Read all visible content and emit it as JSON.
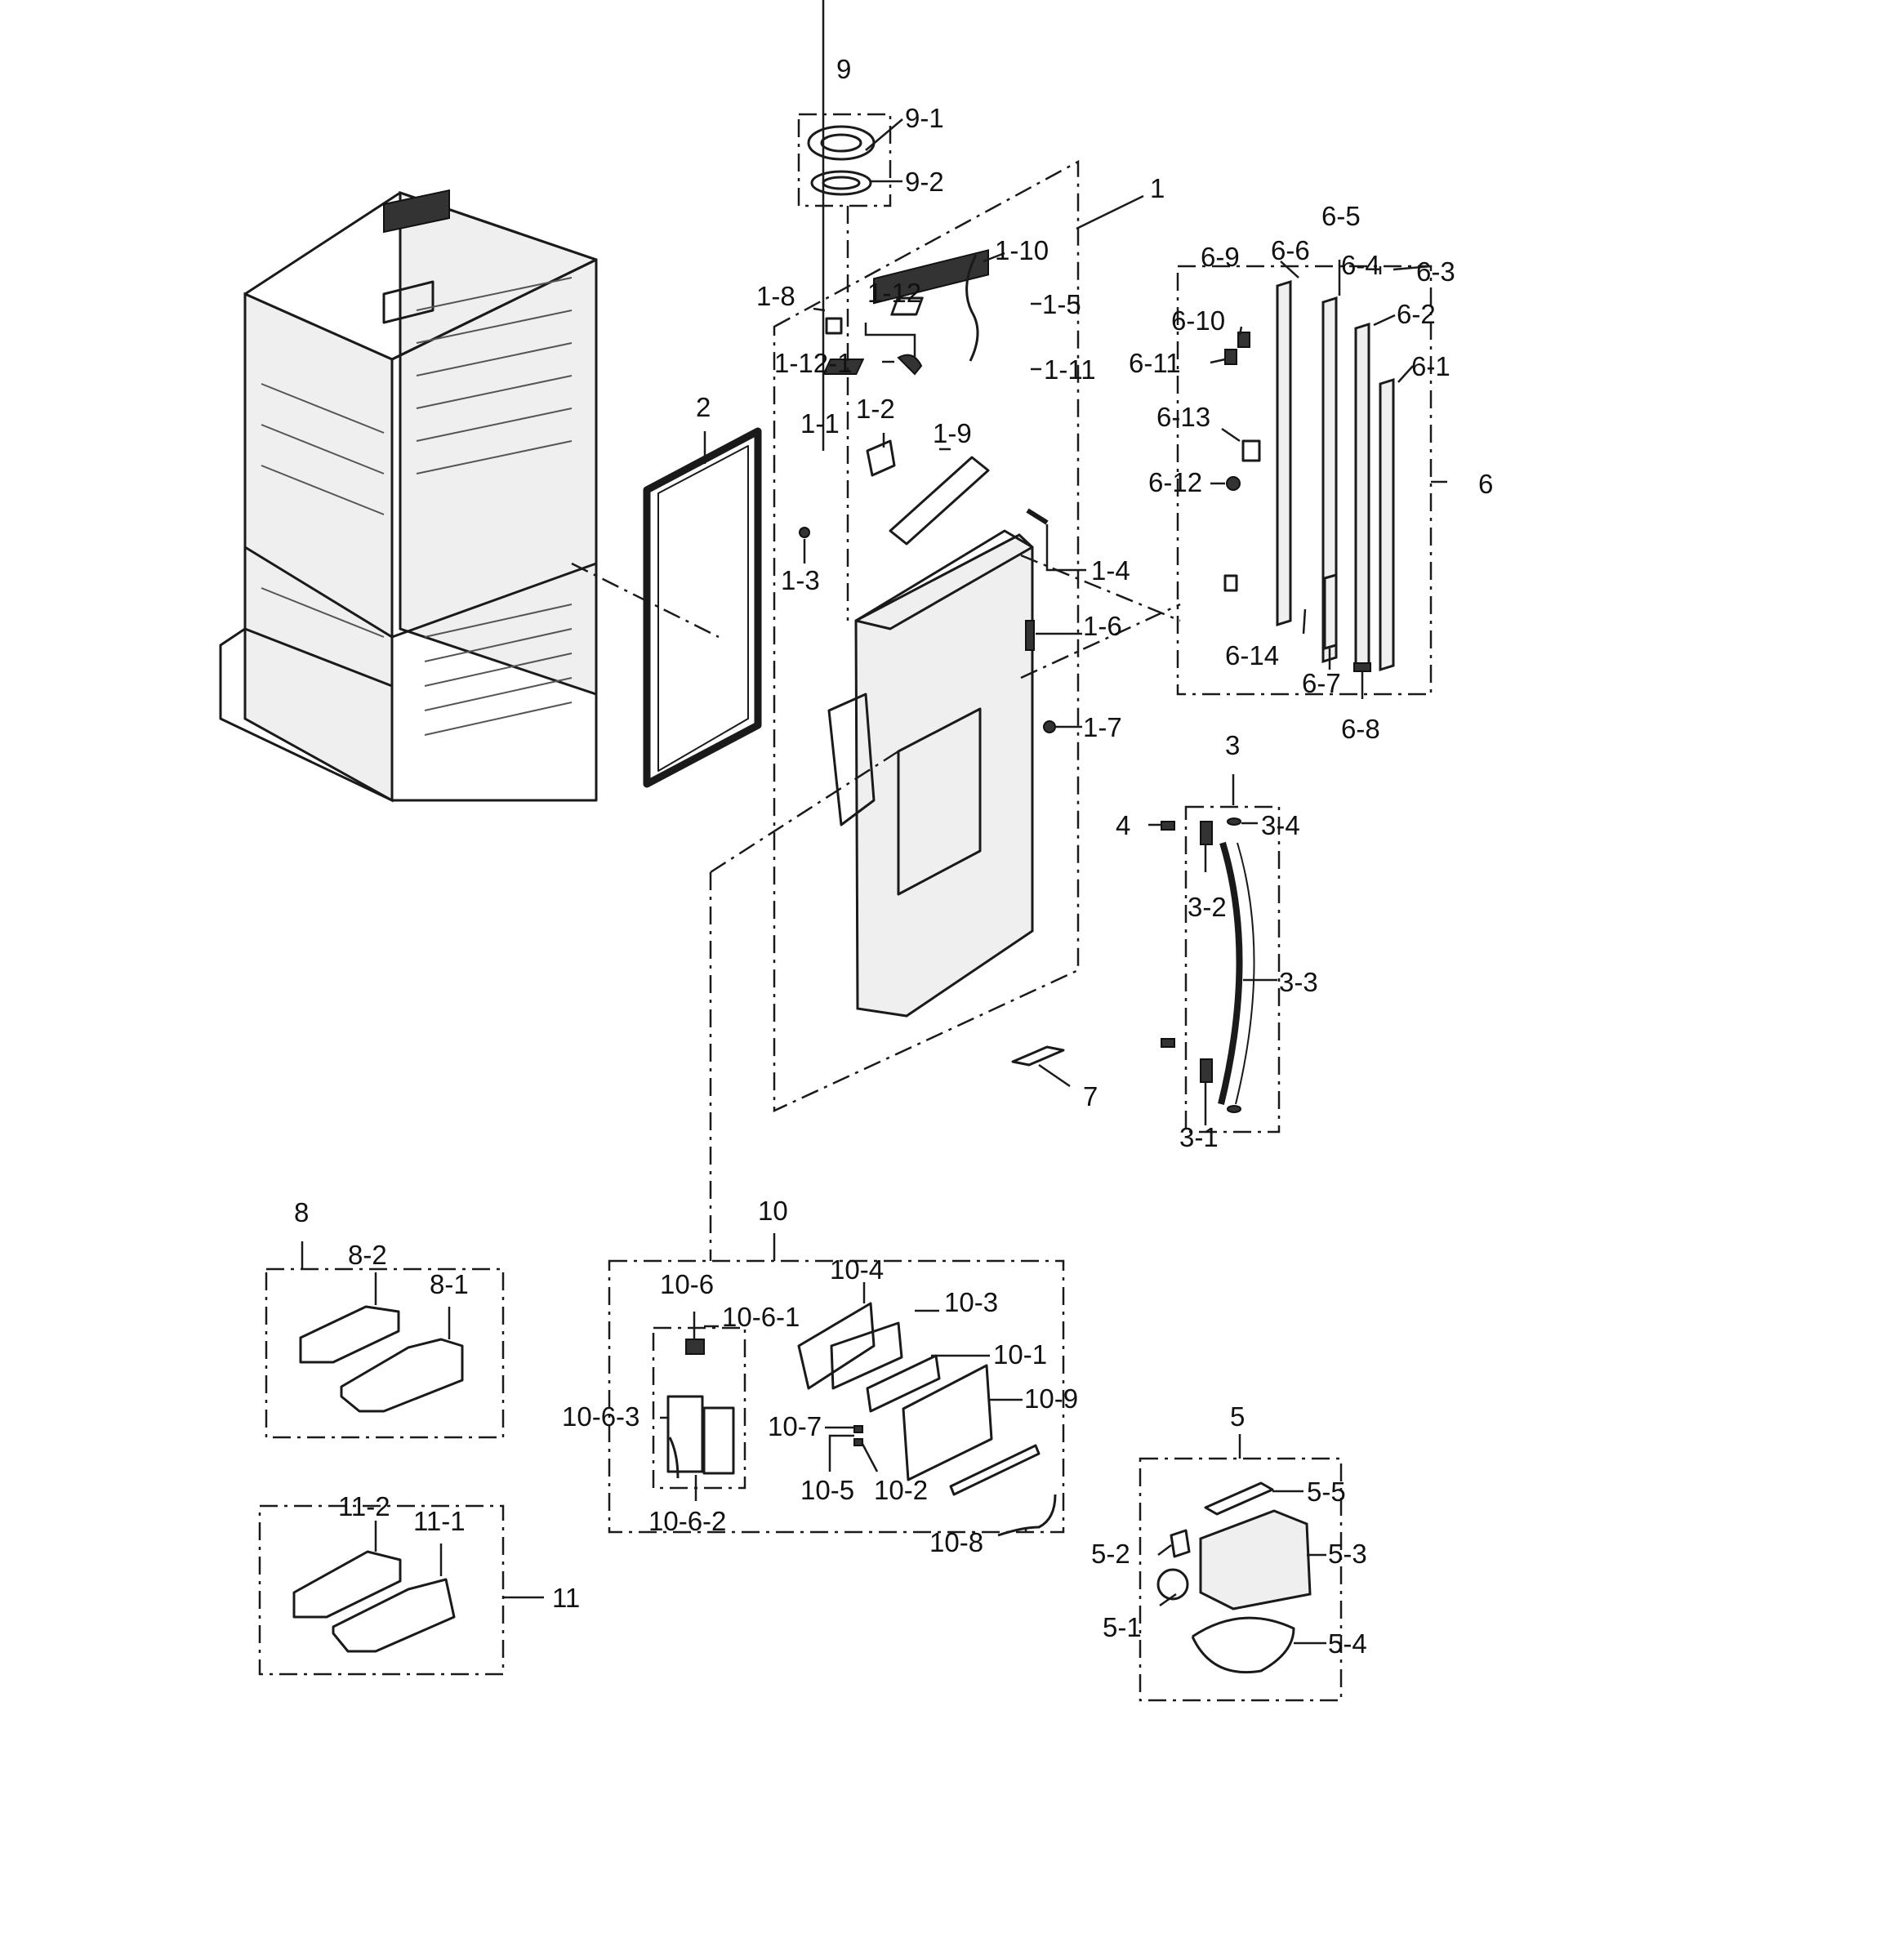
{
  "labels": [
    "9",
    "9-1",
    "9-2",
    "1",
    "1-10",
    "1-5",
    "1-8",
    "1-12",
    "1-12-1",
    "1-11",
    "1-1",
    "1-2",
    "1-9",
    "1-3",
    "1-4",
    "1-6",
    "1-7",
    "2",
    "6-5",
    "6-6",
    "6-9",
    "6-4",
    "6-3",
    "6-10",
    "6-2",
    "6-11",
    "6-1",
    "6-13",
    "6",
    "6-12",
    "6-14",
    "6-7",
    "6-8",
    "3",
    "4",
    "3-4",
    "3-2",
    "3-3",
    "3-1",
    "7",
    "8",
    "8-2",
    "8-1",
    "10",
    "10-4",
    "10-6",
    "10-6-1",
    "10-3",
    "10-1",
    "10-6-3",
    "10-9",
    "10-7",
    "10-5",
    "10-2",
    "10-6-2",
    "10-8",
    "5",
    "5-5",
    "5-2",
    "5-3",
    "5-1",
    "5-4",
    "11-2",
    "11-1",
    "11"
  ]
}
